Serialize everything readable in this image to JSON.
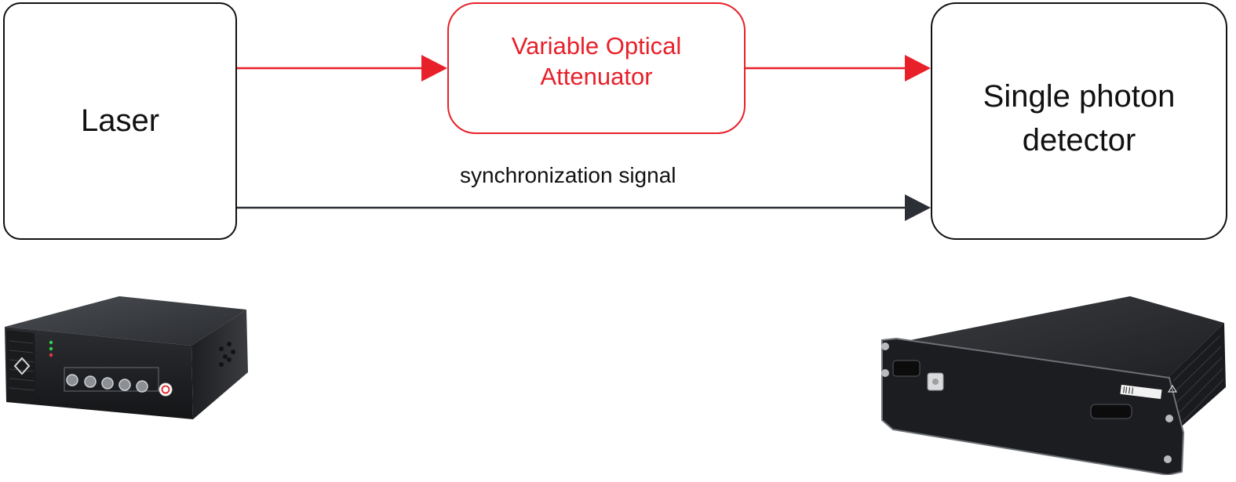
{
  "nodes": {
    "laser": {
      "label": "Laser"
    },
    "attenuator": {
      "line1": "Variable Optical",
      "line2": "Attenuator"
    },
    "detector": {
      "line1": "Single photon",
      "line2": "detector"
    }
  },
  "edges": {
    "optical_1": {
      "from": "laser",
      "to": "attenuator",
      "color": "#e8202a"
    },
    "optical_2": {
      "from": "attenuator",
      "to": "detector",
      "color": "#e8202a"
    },
    "sync": {
      "from": "laser",
      "to": "detector",
      "label": "synchronization signal",
      "color": "#2d2f36"
    }
  },
  "colors": {
    "optical_path": "#e8202a",
    "sync_path": "#2d2f36",
    "box_border": "#111111"
  },
  "images": {
    "laser_device": {
      "icon": "laser-device-photo"
    },
    "detector_device": {
      "icon": "detector-device-photo"
    }
  }
}
